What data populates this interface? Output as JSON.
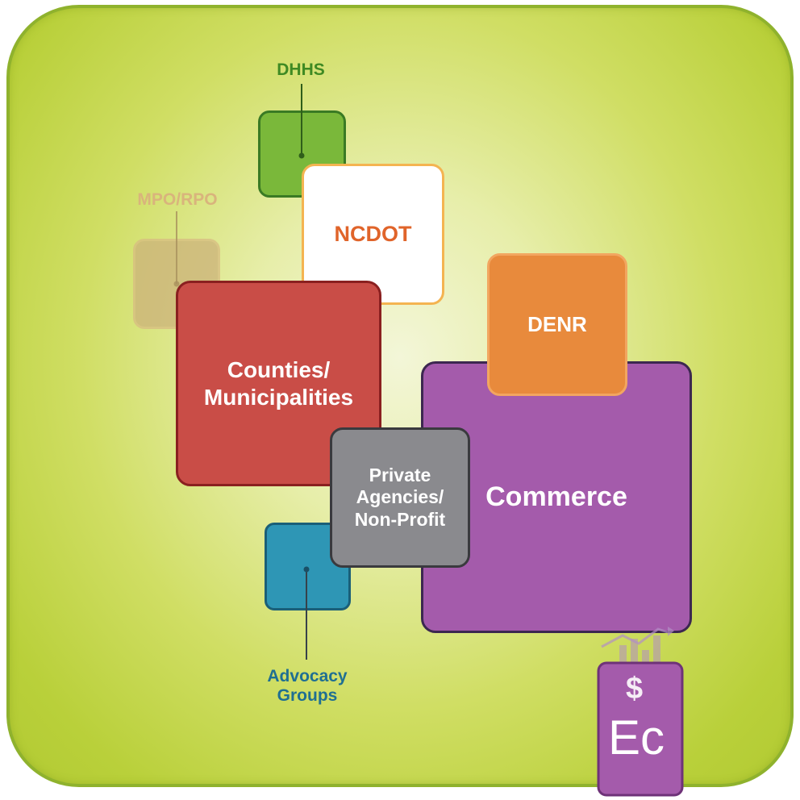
{
  "labels": {
    "dhhs": "DHHS",
    "mpo_rpo": "MPO/RPO",
    "ncdot": "NCDOT",
    "denr": "DENR",
    "counties_line1": "Counties/",
    "counties_line2": "Municipalities",
    "private_line1": "Private",
    "private_line2": "Agencies/",
    "private_line3": "Non-Profit",
    "commerce": "Commerce",
    "advocacy_line1": "Advocacy",
    "advocacy_line2": "Groups"
  },
  "logo": {
    "dollar": "$",
    "text": "Ec"
  },
  "colors": {
    "background_green": "#c7d94f",
    "border_green": "#8fb22d",
    "dhhs": "#7ab83a",
    "mpo_rpo": "#ccb27a",
    "ncdot_text": "#e0642a",
    "denr": "#e88a3c",
    "counties": "#c94d47",
    "private": "#8a8a8e",
    "commerce": "#a45bab",
    "advocacy": "#2e96b5",
    "logo_purple": "#a45bab"
  }
}
